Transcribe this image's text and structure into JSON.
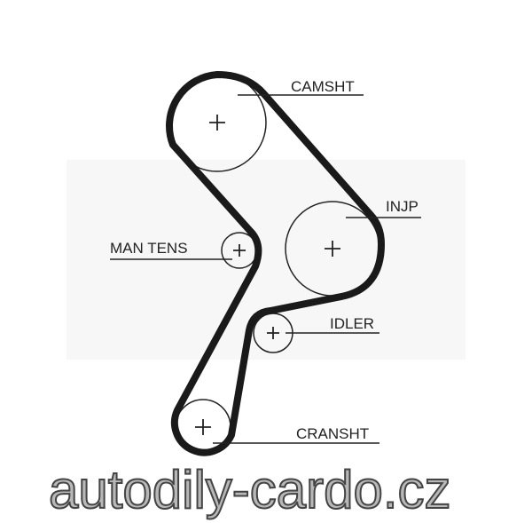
{
  "labels": {
    "camshaft": "CAMSHT",
    "injection_pump": "INJP",
    "manual_tensioner": "MAN TENS",
    "idler": "IDLER",
    "crankshaft": "CRANSHT"
  },
  "watermark": "autodily-cardo.cz",
  "colors": {
    "belt": "#1a1a1a",
    "watermark_fill": "#b8b8b8"
  }
}
